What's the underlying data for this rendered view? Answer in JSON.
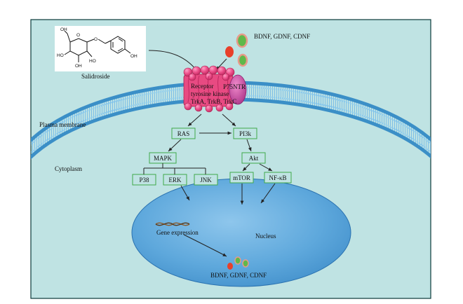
{
  "compound": {
    "name": "Salidroside",
    "atoms": {
      "oh1": "OH",
      "oh2": "HO",
      "oh3": "OH",
      "oh4": "HO",
      "oh5": "OH",
      "o_glyc": "O",
      "o_ring": "O"
    }
  },
  "ligands_top": "BDNF, GDNF, CDNF",
  "receptor": {
    "line1": "Receptor",
    "line2": "tyrosine kinase",
    "line3": "TrkA, TrkB, TrkC"
  },
  "p75": "P75NTR",
  "regions": {
    "membrane": "Plasma membrane",
    "cytoplasm": "Cytoplasm",
    "nucleus": "Nucleus"
  },
  "nodes": {
    "ras": "RAS",
    "pi3k": "PI3k",
    "mapk": "MAPK",
    "akt": "Akt",
    "p38": "P38",
    "erk": "ERK",
    "jnk": "JNK",
    "mtor": "mTOR",
    "nfkb": "NF-κB"
  },
  "gene": "Gene expression",
  "ligands_bottom": "BDNF, GDNF, CDNF",
  "colors": {
    "cell": "#bfe3e3",
    "membrane": "#5aa7d6",
    "nucleus": "#4a96cf",
    "receptor": "#e84a82",
    "p75": "#c73a9a",
    "box_border": "#3faa4a",
    "ligand_red": "#e8402a",
    "ligand_green": "#5fb84a",
    "ligand_pink": "#e89a8a"
  }
}
